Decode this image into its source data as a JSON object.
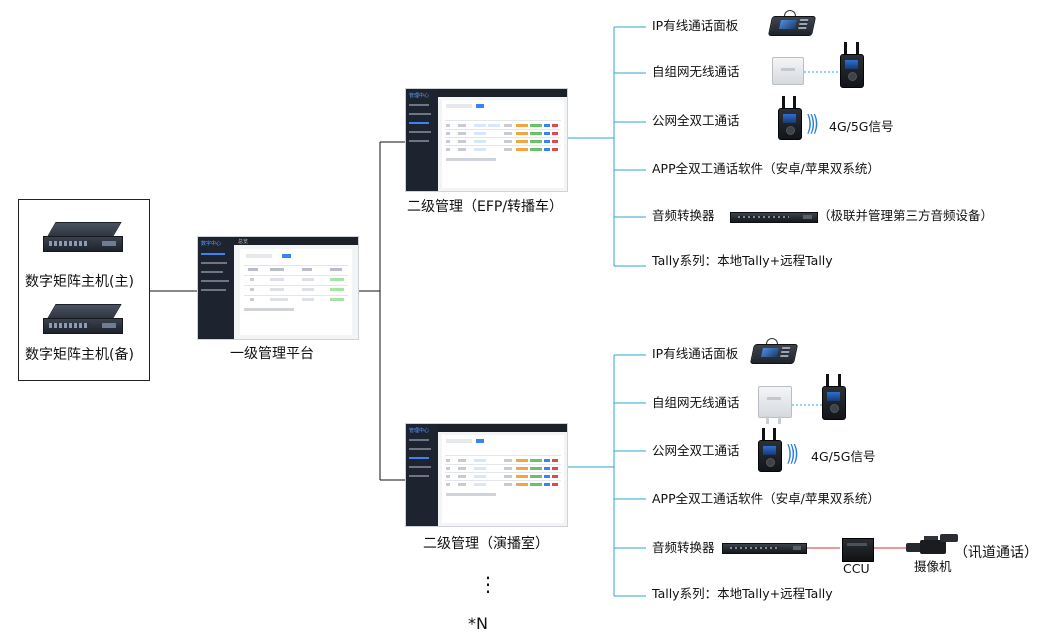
{
  "host": {
    "primary_label": "数字矩阵主机(主)",
    "backup_label": "数字矩阵主机(备)"
  },
  "platform": {
    "label": "一级管理平台",
    "screen_title": "数字中心",
    "screen_header": "总览"
  },
  "efp": {
    "label": "二级管理（EFP/转播车）",
    "screen_title": "管理中心",
    "items": {
      "ip_panel": "IP有线通话面板",
      "mesh_wireless": "自组网无线通话",
      "public_duplex": "公网全双工通话",
      "signal": "4G/5G信号",
      "app": "APP全双工通话软件（安卓/苹果双系统）",
      "audio_converter": "音频转换器",
      "audio_note": "（极联并管理第三方音频设备）",
      "tally": "Tally系列：本地Tally+远程Tally"
    }
  },
  "studio": {
    "label": "二级管理（演播室）",
    "screen_title": "管理中心",
    "items": {
      "ip_panel": "IP有线通话面板",
      "mesh_wireless": "自组网无线通话",
      "public_duplex": "公网全双工通话",
      "signal": "4G/5G信号",
      "app": "APP全双工通话软件（安卓/苹果双系统）",
      "audio_converter": "音频转换器",
      "ccu": "CCU",
      "camera": "摄像机",
      "talkback": "（讯道通话）",
      "tally": "Tally系列：本地Tally+远程Tally"
    }
  },
  "more": {
    "dots": "⋮",
    "label": "*N"
  },
  "colors": {
    "connector": "#2aa8c8",
    "trunk": "#111111",
    "signal": "#2a7fe0",
    "ccu_link": "#d23030"
  }
}
